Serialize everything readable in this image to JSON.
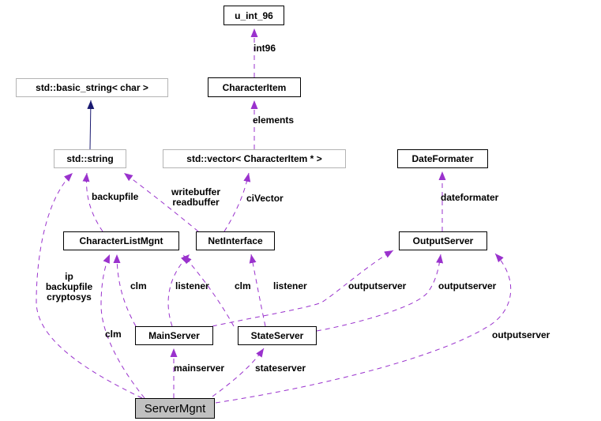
{
  "diagram": {
    "type": "collaboration-diagram",
    "colors": {
      "background": "#ffffff",
      "usage_edge": "#9a32cd",
      "inheritance_edge": "#191970",
      "node_fill": "#ffffff",
      "focus_node_fill": "#c0c0c0",
      "node_border": "#000000",
      "external_node_border": "#b4b4b4",
      "text": "#000000"
    },
    "nodes": {
      "u_int_96": {
        "label": "u_int_96"
      },
      "std_basic_string": {
        "label": "std::basic_string< char >"
      },
      "character_item": {
        "label": "CharacterItem"
      },
      "std_string": {
        "label": "std::string"
      },
      "std_vector": {
        "label": "std::vector< CharacterItem * >"
      },
      "date_formater": {
        "label": "DateFormater"
      },
      "character_list_mgnt": {
        "label": "CharacterListMgnt"
      },
      "net_interface": {
        "label": "NetInterface"
      },
      "output_server": {
        "label": "OutputServer"
      },
      "main_server": {
        "label": "MainServer"
      },
      "state_server": {
        "label": "StateServer"
      },
      "server_mgnt": {
        "label": "ServerMgnt"
      }
    },
    "edge_labels": {
      "int96": {
        "lines": [
          "int96"
        ]
      },
      "elements": {
        "lines": [
          "elements"
        ]
      },
      "backupfile": {
        "lines": [
          "backupfile"
        ]
      },
      "writebuffer_readbuffer": {
        "lines": [
          "writebuffer",
          "readbuffer"
        ]
      },
      "civector": {
        "lines": [
          "ciVector"
        ]
      },
      "dateformater": {
        "lines": [
          "dateformater"
        ]
      },
      "ip_backupfile_cryptosys": {
        "lines": [
          "ip",
          "backupfile",
          "cryptosys"
        ]
      },
      "clm_from_mainserver": {
        "lines": [
          "clm"
        ]
      },
      "listener_from_mainserver": {
        "lines": [
          "listener"
        ]
      },
      "clm_from_stateserver": {
        "lines": [
          "clm"
        ]
      },
      "listener_from_stateserver": {
        "lines": [
          "listener"
        ]
      },
      "outputserver_from_mainserver": {
        "lines": [
          "outputserver"
        ]
      },
      "outputserver_from_stateserver": {
        "lines": [
          "outputserver"
        ]
      },
      "outputserver_from_servermgnt": {
        "lines": [
          "outputserver"
        ]
      },
      "clm_from_servermgnt": {
        "lines": [
          "clm"
        ]
      },
      "mainserver": {
        "lines": [
          "mainserver"
        ]
      },
      "stateserver": {
        "lines": [
          "stateserver"
        ]
      }
    },
    "edges": [
      {
        "from": "CharacterItem",
        "to": "u_int_96",
        "label": "int96",
        "style": "usage"
      },
      {
        "from": "std::string",
        "to": "std::basic_string< char >",
        "label": "",
        "style": "inheritance"
      },
      {
        "from": "std::vector< CharacterItem * >",
        "to": "CharacterItem",
        "label": "elements",
        "style": "usage"
      },
      {
        "from": "OutputServer",
        "to": "DateFormater",
        "label": "dateformater",
        "style": "usage"
      },
      {
        "from": "CharacterListMgnt",
        "to": "std::string",
        "label": "backupfile",
        "style": "usage"
      },
      {
        "from": "NetInterface",
        "to": "std::string",
        "label": "writebuffer readbuffer",
        "style": "usage"
      },
      {
        "from": "NetInterface",
        "to": "std::vector< CharacterItem * >",
        "label": "ciVector",
        "style": "usage"
      },
      {
        "from": "MainServer",
        "to": "CharacterListMgnt",
        "label": "clm",
        "style": "usage"
      },
      {
        "from": "MainServer",
        "to": "NetInterface",
        "label": "listener",
        "style": "usage"
      },
      {
        "from": "MainServer",
        "to": "OutputServer",
        "label": "outputserver",
        "style": "usage"
      },
      {
        "from": "StateServer",
        "to": "CharacterListMgnt",
        "label": "clm",
        "style": "usage"
      },
      {
        "from": "StateServer",
        "to": "NetInterface",
        "label": "listener",
        "style": "usage"
      },
      {
        "from": "StateServer",
        "to": "OutputServer",
        "label": "outputserver",
        "style": "usage"
      },
      {
        "from": "ServerMgnt",
        "to": "MainServer",
        "label": "mainserver",
        "style": "usage"
      },
      {
        "from": "ServerMgnt",
        "to": "StateServer",
        "label": "stateserver",
        "style": "usage"
      },
      {
        "from": "ServerMgnt",
        "to": "OutputServer",
        "label": "outputserver",
        "style": "usage"
      },
      {
        "from": "ServerMgnt",
        "to": "CharacterListMgnt",
        "label": "clm",
        "style": "usage"
      },
      {
        "from": "ServerMgnt",
        "to": "std::string",
        "label": "ip backupfile cryptosys",
        "style": "usage"
      }
    ]
  }
}
